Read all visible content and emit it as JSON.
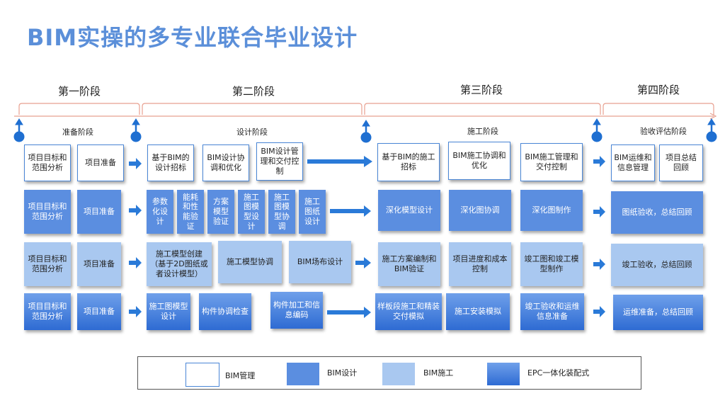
{
  "title": "BIM实操的多专业联合毕业设计",
  "stages": [
    "第一阶段",
    "第二阶段",
    "第三阶段",
    "第四阶段"
  ],
  "phases": [
    "准备阶段",
    "设计阶段",
    "施工阶段",
    "验收评估阶段"
  ],
  "rows": [
    [
      "项目目标和范围分析",
      "项目准备",
      "基于BIM的设计招标",
      "BIM设计协调和优化",
      "BIM设计管理和交付控制",
      "基于BIM的施工招标",
      "BIM施工协调和优化",
      "BIM施工管理和交付控制",
      "BIM运维和信息管理",
      "项目总结回顾"
    ],
    [
      "项目目标和范围分析",
      "项目准备",
      "参数化设计",
      "能耗和性能验证",
      "方案模型验证",
      "施工图模型设计",
      "施工图模型协调",
      "施工图纸设计",
      "深化模型设计",
      "深化图协调",
      "深化图制作",
      "图纸验收，总结回顾"
    ],
    [
      "项目目标和范围分析",
      "项目准备",
      "施工模型创建（基于2D图纸或者设计模型）",
      "施工模型协调",
      "BIM场布设计",
      "施工方案编制和BIM验证",
      "项目进度和成本控制",
      "竣工图和竣工模型制作",
      "竣工验收，总结回顾"
    ],
    [
      "项目目标和范围分析",
      "项目准备",
      "施工图模型设计",
      "构件协调检查",
      "构件加工和信息编码",
      "样板段施工和精装交付模拟",
      "施工安装模拟",
      "竣工验收和运维信息准备",
      "运维准备，总结回顾"
    ]
  ],
  "legend": [
    "BIM管理",
    "BIM设计",
    "BIM施工",
    "EPC一体化装配式"
  ],
  "colors": {
    "title": "#5b8fd9",
    "bim_design": "#5b8ee0",
    "bim_construction": "#a9c8f0",
    "epc_top": "#6fa0ea",
    "epc_bottom": "#2e6bd3",
    "timeline_bracket": "#e8a090",
    "milestone_pin": "#1f6fd1",
    "arrow": "#2a7ad8"
  }
}
